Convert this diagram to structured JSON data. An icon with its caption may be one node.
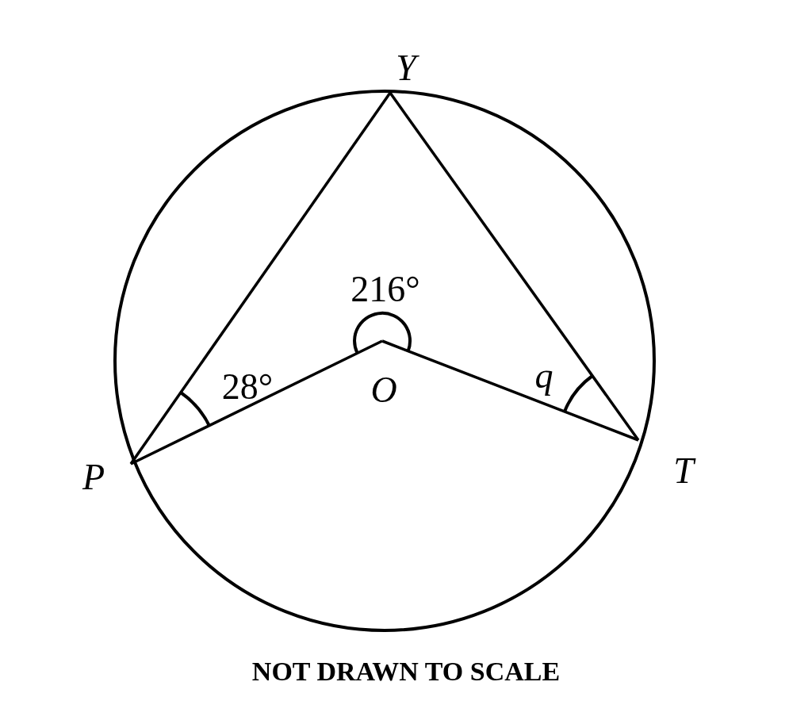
{
  "diagram": {
    "caption": "NOT DRAWN TO SCALE",
    "nodes": [
      {
        "text": [
          "Y"
        ]
      },
      {
        "text": [
          "P"
        ]
      },
      {
        "text": [
          "O"
        ]
      },
      {
        "text": [
          "T"
        ]
      }
    ],
    "edges": [
      {
        "from": 1,
        "to": 0,
        "arrow": "none"
      },
      {
        "from": 0,
        "to": 3,
        "arrow": "none"
      },
      {
        "from": 1,
        "to": 2,
        "arrow": "none"
      },
      {
        "from": 2,
        "to": 3,
        "arrow": "none"
      }
    ],
    "labels": [
      "216°",
      "28°",
      "q"
    ]
  }
}
